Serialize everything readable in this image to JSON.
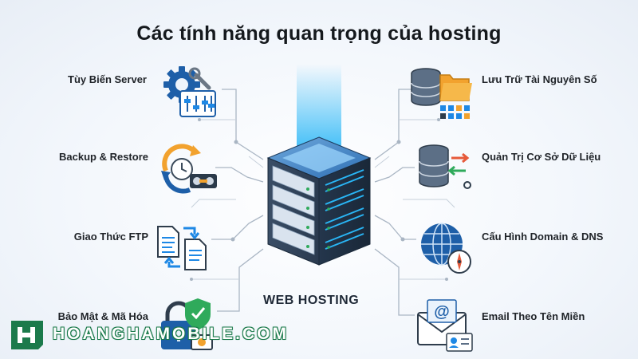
{
  "title": "Các tính năng quan trọng của hosting",
  "center": {
    "caption": "WEB HOSTING"
  },
  "features_left": [
    {
      "label": "Tùy Biến Server",
      "icon": "gear-sliders-icon"
    },
    {
      "label": "Backup & Restore",
      "icon": "backup-clock-icon"
    },
    {
      "label": "Giao Thức FTP",
      "icon": "file-transfer-icon"
    },
    {
      "label": "Bảo Mật & Mã Hóa",
      "icon": "lock-shield-icon"
    }
  ],
  "features_right": [
    {
      "label": "Lưu Trữ Tài Nguyên Số",
      "icon": "storage-folder-icon"
    },
    {
      "label": "Quản Trị Cơ Sở Dữ Liệu",
      "icon": "database-icon"
    },
    {
      "label": "Cấu Hình Domain & DNS",
      "icon": "globe-compass-icon"
    },
    {
      "label": "Email Theo Tên Miền",
      "icon": "email-envelope-icon"
    }
  ],
  "watermark": {
    "text": "HOANGHAMOBILE.COM",
    "icon": "hoanghamobile-logo"
  },
  "colors": {
    "accent": "#1e88e5",
    "glow": "#29b6f6",
    "line": "#a7b3c2",
    "brand": "#1b7a4b"
  }
}
